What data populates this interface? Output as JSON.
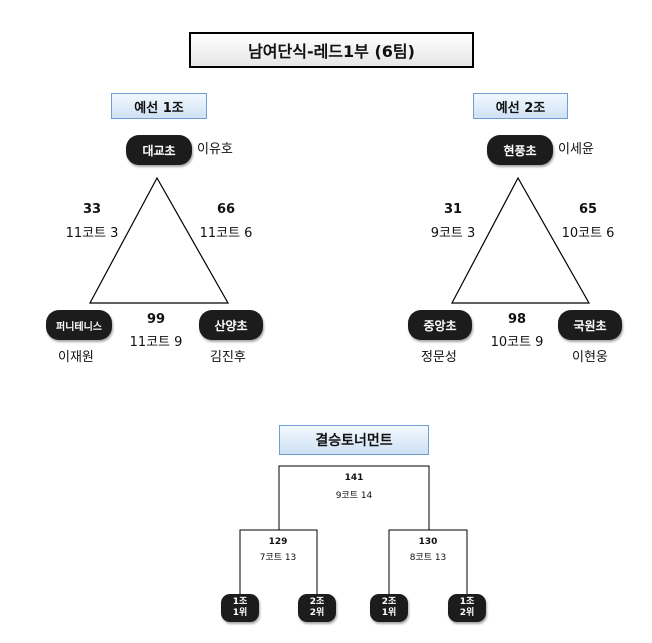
{
  "title": "남여단식-레드1부 (6팀)",
  "groups": [
    {
      "label": "예선 1조",
      "teams": [
        {
          "school": "대교초",
          "player": "이유호"
        },
        {
          "school": "퍼니테니스",
          "player": "이재원"
        },
        {
          "school": "산양초",
          "player": "김진후"
        }
      ],
      "matches": [
        {
          "num": "33",
          "court": "11코트 3"
        },
        {
          "num": "66",
          "court": "11코트 6"
        },
        {
          "num": "99",
          "court": "11코트 9"
        }
      ]
    },
    {
      "label": "예선 2조",
      "teams": [
        {
          "school": "현풍초",
          "player": "이세윤"
        },
        {
          "school": "중앙초",
          "player": "정문성"
        },
        {
          "school": "국원초",
          "player": "이현웅"
        }
      ],
      "matches": [
        {
          "num": "31",
          "court": "9코트 3"
        },
        {
          "num": "65",
          "court": "10코트 6"
        },
        {
          "num": "98",
          "court": "10코트 9"
        }
      ]
    }
  ],
  "tournament": {
    "label": "결승토너먼트",
    "final": {
      "num": "141",
      "court": "9코트 14"
    },
    "semis": [
      {
        "num": "129",
        "court": "7코트 13"
      },
      {
        "num": "130",
        "court": "8코트 13"
      }
    ],
    "seeds": [
      {
        "line1": "1조",
        "line2": "1위"
      },
      {
        "line1": "2조",
        "line2": "2위"
      },
      {
        "line1": "2조",
        "line2": "1위"
      },
      {
        "line1": "1조",
        "line2": "2위"
      }
    ]
  }
}
